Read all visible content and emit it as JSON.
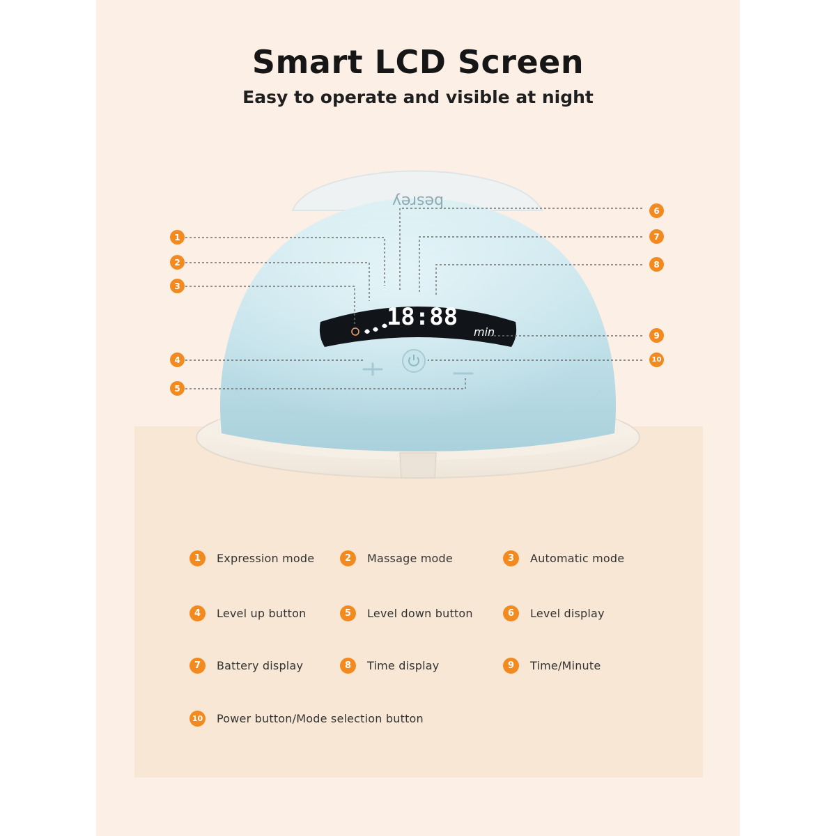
{
  "header": {
    "title": "Smart LCD Screen",
    "subtitle": "Easy to operate and visible at night"
  },
  "device": {
    "brand": "besrey",
    "display_digits": "18:88",
    "display_unit": "min",
    "body_color": "#c3e2ea",
    "screen_color": "#111418",
    "digit_color": "#ffffff"
  },
  "callouts": [
    "1",
    "2",
    "3",
    "4",
    "5",
    "6",
    "7",
    "8",
    "9",
    "10"
  ],
  "legend": [
    {
      "num": "1",
      "label": "Expression mode"
    },
    {
      "num": "2",
      "label": "Massage mode"
    },
    {
      "num": "3",
      "label": "Automatic mode"
    },
    {
      "num": "4",
      "label": "Level up button"
    },
    {
      "num": "5",
      "label": "Level down button"
    },
    {
      "num": "6",
      "label": "Level display"
    },
    {
      "num": "7",
      "label": "Battery display"
    },
    {
      "num": "8",
      "label": "Time display"
    },
    {
      "num": "9",
      "label": "Time/Minute"
    },
    {
      "num": "10",
      "label": "Power button/Mode selection button"
    }
  ],
  "colors": {
    "accent": "#f38a1f",
    "panel": "#fbefe6",
    "stone": "#f7e7d4"
  }
}
